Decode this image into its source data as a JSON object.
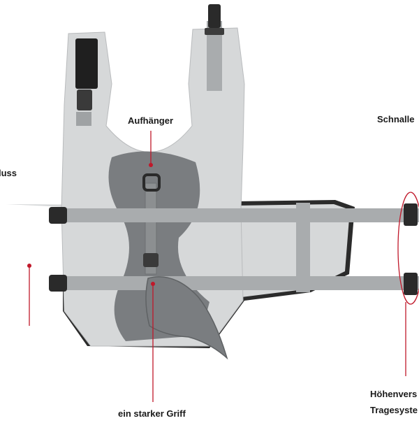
{
  "labels": {
    "hanger": "Aufhänger",
    "buckle": "Schnalle",
    "closure": "luss",
    "handle": "ein starker Griff",
    "height_adjust_line1": "Höhenvers",
    "height_adjust_line2": "Tragesyste"
  },
  "colors": {
    "vest_light": "#d6d8d9",
    "vest_dark": "#7a7d80",
    "strap": "#a9acae",
    "edging": "#2b2b2b",
    "pointer": "#c0182a"
  }
}
